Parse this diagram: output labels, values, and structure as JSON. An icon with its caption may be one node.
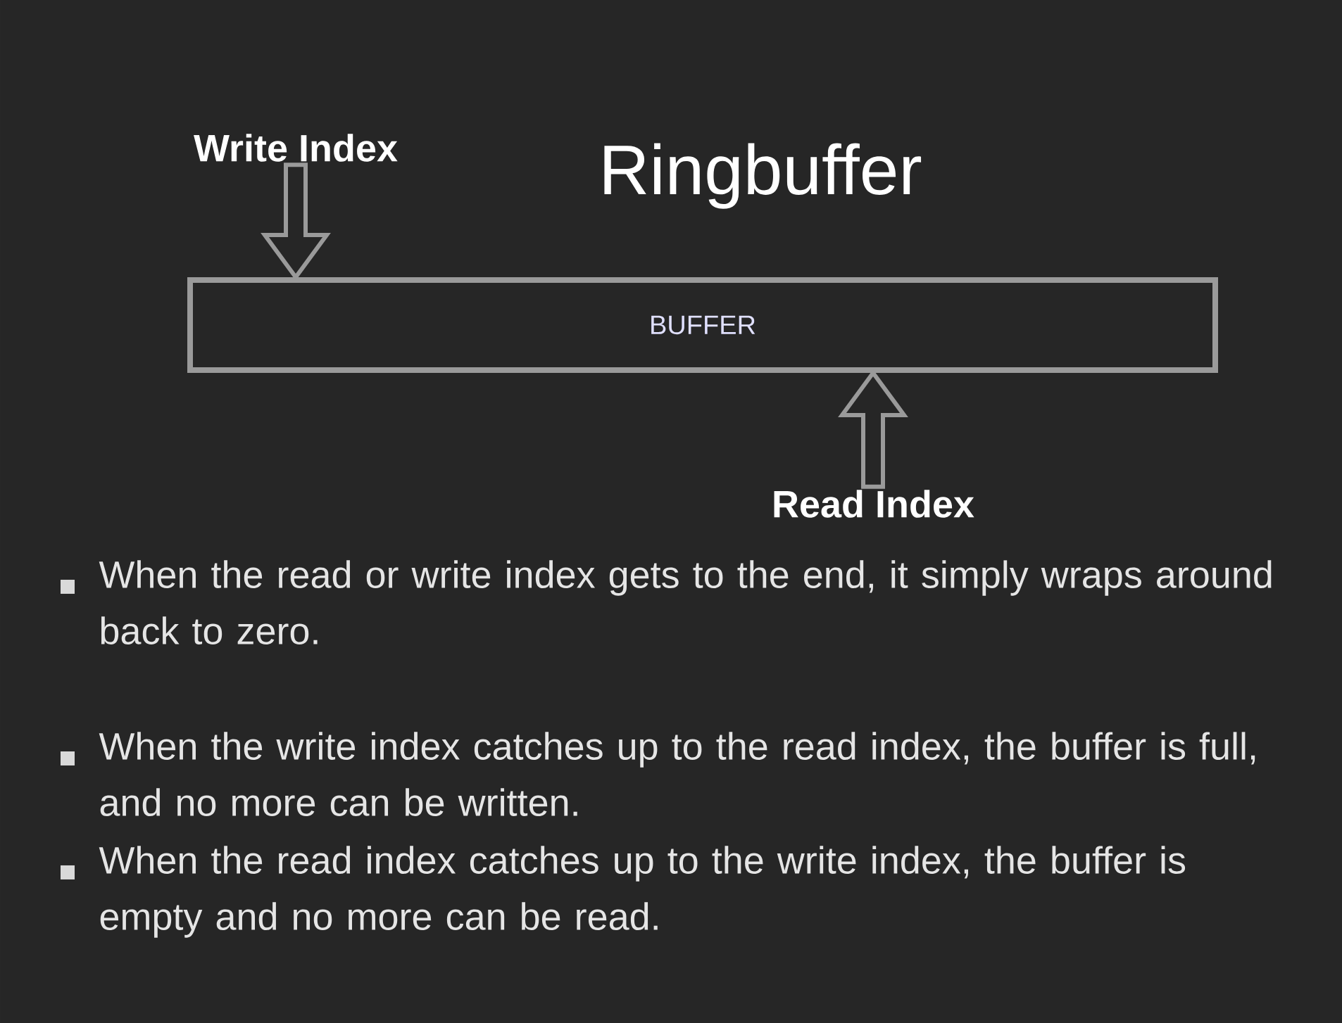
{
  "diagram": {
    "title": "Ringbuffer",
    "nodes": [
      {
        "text": [
          "Write Index"
        ]
      },
      {
        "text": [
          "BUFFER"
        ]
      },
      {
        "text": [
          "Read Index"
        ]
      }
    ],
    "edges": [
      {
        "from": 0,
        "to": 1,
        "arrow": "to"
      },
      {
        "from": 2,
        "to": 1,
        "arrow": "to"
      }
    ],
    "labels": [
      "When the read or write index gets to the end, it simply wraps around back to zero.",
      "When the write index catches up to the read index, the buffer is full, and no more can be written.",
      "When the read index catches up to the write index, the buffer is empty and no more can be read."
    ]
  }
}
